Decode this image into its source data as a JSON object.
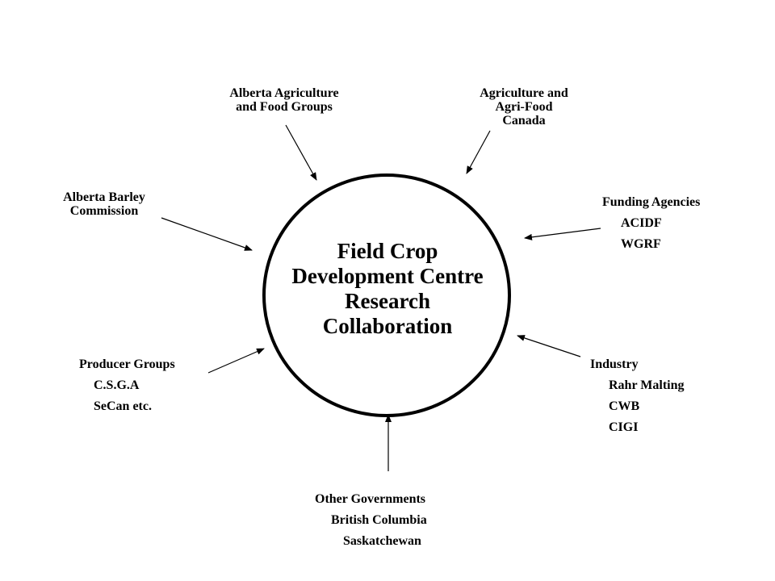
{
  "center": {
    "lines": [
      "Field Crop",
      "Development Centre",
      "Research",
      "Collaboration"
    ]
  },
  "partners": {
    "alberta_agriculture": {
      "lines": [
        "Alberta Agriculture",
        "and Food Groups"
      ]
    },
    "agriculture_canada": {
      "lines": [
        "Agriculture and",
        "Agri-Food",
        "Canada"
      ]
    },
    "barley_commission": {
      "lines": [
        "Alberta Barley",
        "Commission"
      ]
    },
    "funding_agencies": {
      "heading": "Funding Agencies",
      "items": [
        "ACIDF",
        "WGRF"
      ]
    },
    "producer_groups": {
      "heading": "Producer Groups",
      "items": [
        "C.S.G.A",
        "SeCan etc."
      ]
    },
    "industry": {
      "heading": "Industry",
      "items": [
        "Rahr Malting",
        "CWB",
        "CIGI"
      ]
    },
    "other_governments": {
      "heading": "Other Governments",
      "items": [
        "British Columbia",
        "Saskatchewan"
      ]
    }
  }
}
